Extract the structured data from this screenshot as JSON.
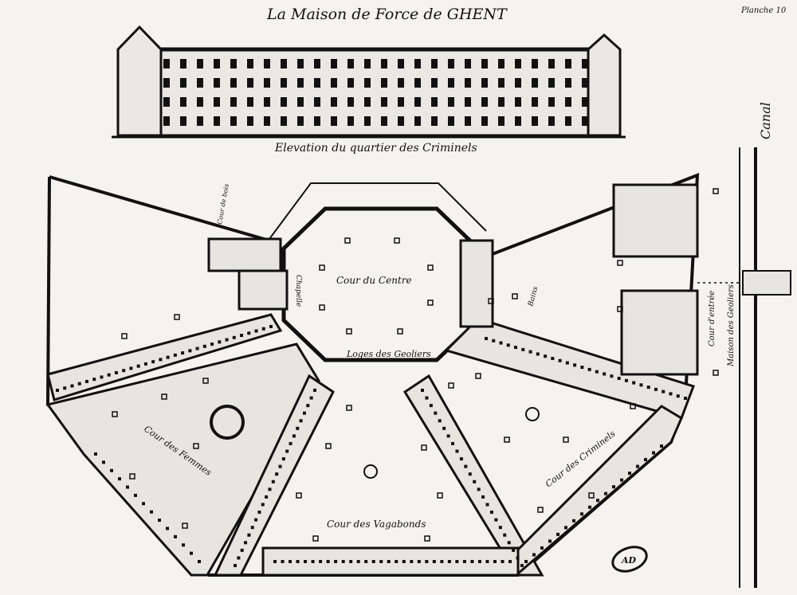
{
  "title": "La Maison de Force de GHENT",
  "plate": "Planche 10",
  "elevation_caption": "Elevation du quartier des Criminels",
  "canal_label": "Canal",
  "courts": {
    "centre": "Cour du Centre",
    "femmes": "Cour des Femmes",
    "vagabonds": "Cour des Vagabonds",
    "criminels": "Cour des Criminels",
    "entree": "Cour d'entrée"
  },
  "rooms": {
    "loges": "Loges des Geoliers",
    "chapelle": "Chapelle",
    "bains": "Bains",
    "maison_geoliers": "Maison des Geoliers",
    "cour_bois": "Cour de bois"
  },
  "stamp": "AD",
  "colors": {
    "ink": "#111111",
    "paper": "#f4f3ef"
  }
}
